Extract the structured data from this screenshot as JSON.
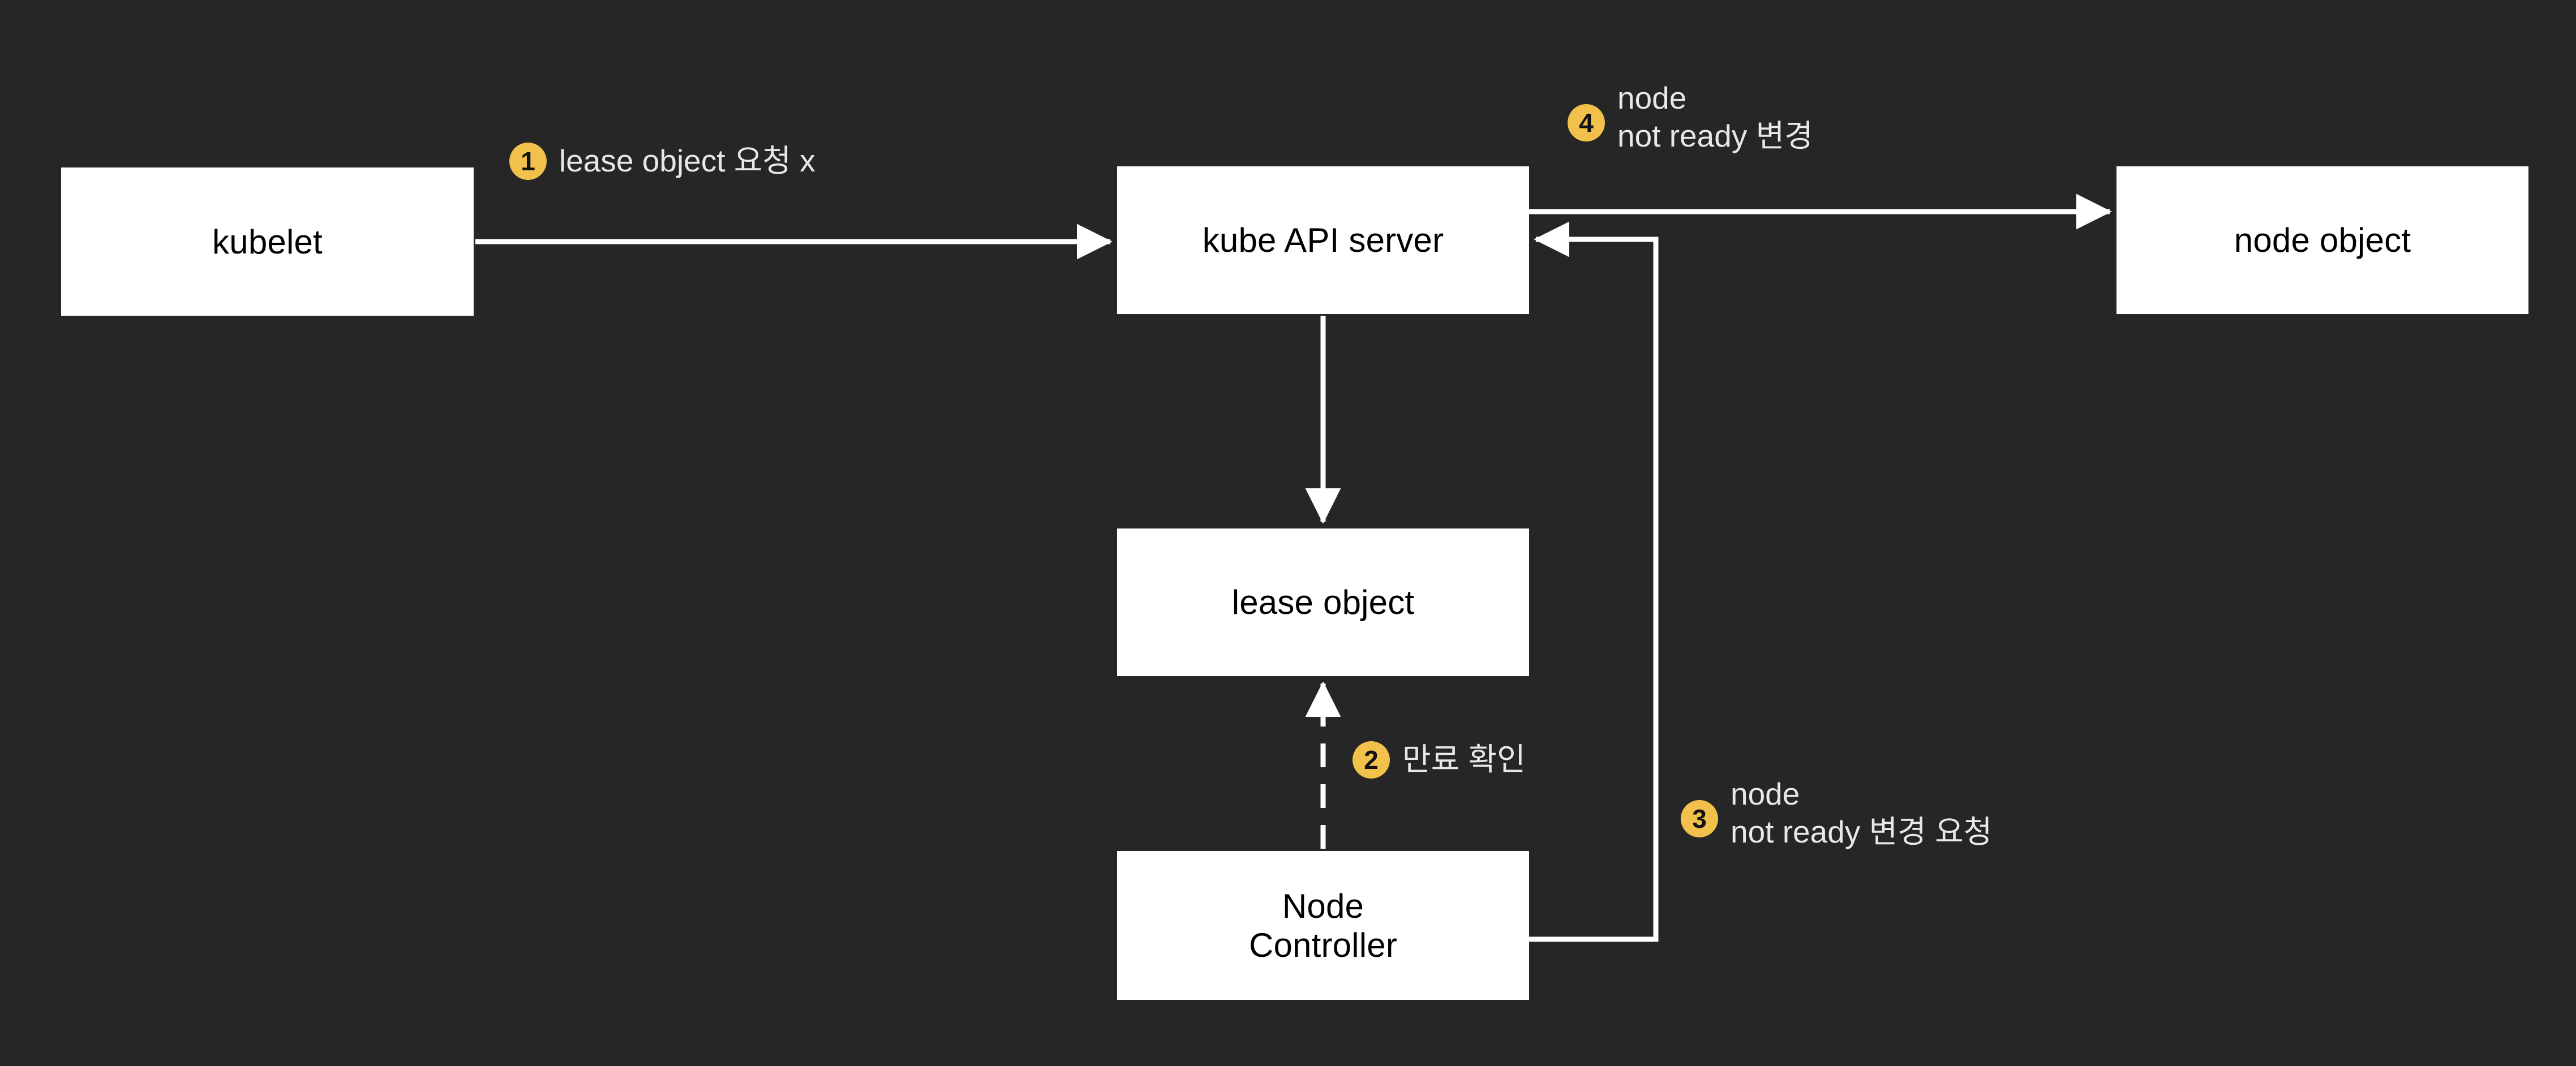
{
  "diagram": {
    "title": "kubelet lease / node-not-ready flow",
    "background_color": "#262626",
    "box_fill": "#ffffff",
    "box_text_color": "#000000",
    "accent_color": "#f2c14b",
    "line_color": "#ffffff",
    "label_text_color": "#e8e8e8"
  },
  "nodes": {
    "kubelet": {
      "label": "kubelet"
    },
    "kube_api_server": {
      "label": "kube API server"
    },
    "node_object": {
      "label": "node object"
    },
    "lease_object": {
      "label": "lease object"
    },
    "node_controller": {
      "label": "Node\nController"
    }
  },
  "steps": [
    {
      "number": "1",
      "text": "lease object 요청 x",
      "from": "kubelet",
      "to": "kube_api_server",
      "line_style": "solid"
    },
    {
      "number": "2",
      "text": "만료 확인",
      "from": "node_controller",
      "to": "lease_object",
      "line_style": "dashed"
    },
    {
      "number": "3",
      "text": "node\nnot ready 변경 요청",
      "from": "node_controller",
      "to": "kube_api_server",
      "line_style": "solid"
    },
    {
      "number": "4",
      "text": "node\nnot ready 변경",
      "from": "kube_api_server",
      "to": "node_object",
      "line_style": "solid"
    }
  ],
  "edges": [
    {
      "name": "kube-api-to-lease-object",
      "line_style": "solid"
    }
  ]
}
